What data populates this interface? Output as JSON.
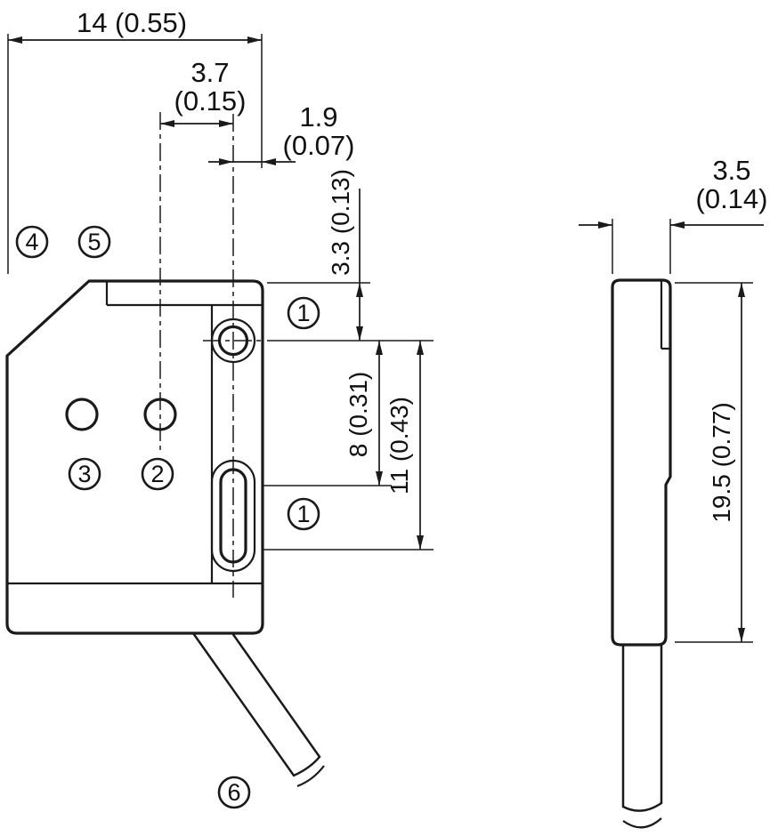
{
  "drawing": {
    "front_view": {
      "dim_width": "14 (0.55)",
      "dim_lens_offset_mm": "3.7",
      "dim_lens_offset_in": "(0.15)",
      "dim_hole_offset_mm": "1.9",
      "dim_hole_offset_in": "(0.07)",
      "dim_top_to_hole": "3.3 (0.13)",
      "dim_hole_to_slot_near": "8 (0.31)",
      "dim_hole_to_slot_far": "11 (0.43)",
      "callout_hole_top": "1",
      "callout_hole_bottom": "1",
      "callout_window_right": "2",
      "callout_window_left": "3",
      "callout_chamfer": "4",
      "callout_top_face": "5",
      "callout_cable": "6"
    },
    "side_view": {
      "dim_thickness_mm": "3.5",
      "dim_thickness_in": "(0.14)",
      "dim_height": "19.5 (0.77)"
    },
    "colors": {
      "line": "#1a1a1a",
      "cable_fill": "#e3e3e3",
      "background": "#ffffff"
    }
  }
}
